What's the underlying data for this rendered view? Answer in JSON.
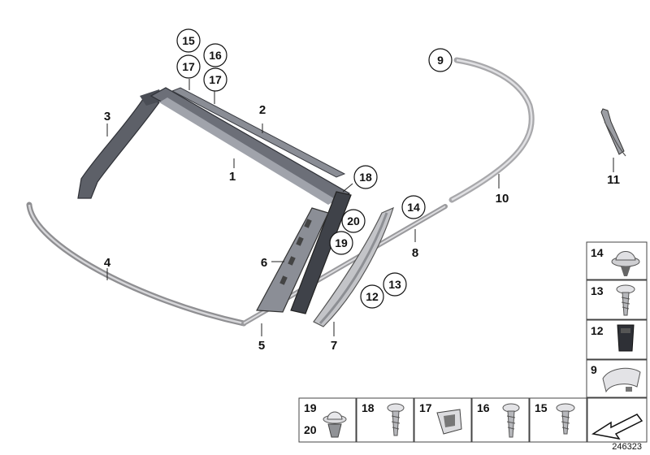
{
  "labels": {
    "p1": "1",
    "p2": "2",
    "p3": "3",
    "p4": "4",
    "p5": "5",
    "p6": "6",
    "p7": "7",
    "p8": "8",
    "p10": "10",
    "p11": "11"
  },
  "callouts": {
    "c15": "15",
    "c17a": "17",
    "c16": "16",
    "c17b": "17",
    "c9": "9",
    "c18": "18",
    "c14": "14",
    "c20": "20",
    "c19": "19",
    "c12": "12",
    "c13": "13"
  },
  "table": {
    "right": [
      "14",
      "13",
      "12",
      "9"
    ],
    "bottom_19": "19",
    "bottom_20": "20",
    "bottom": [
      "18",
      "17",
      "16",
      "15"
    ]
  },
  "reference_number": "246323"
}
